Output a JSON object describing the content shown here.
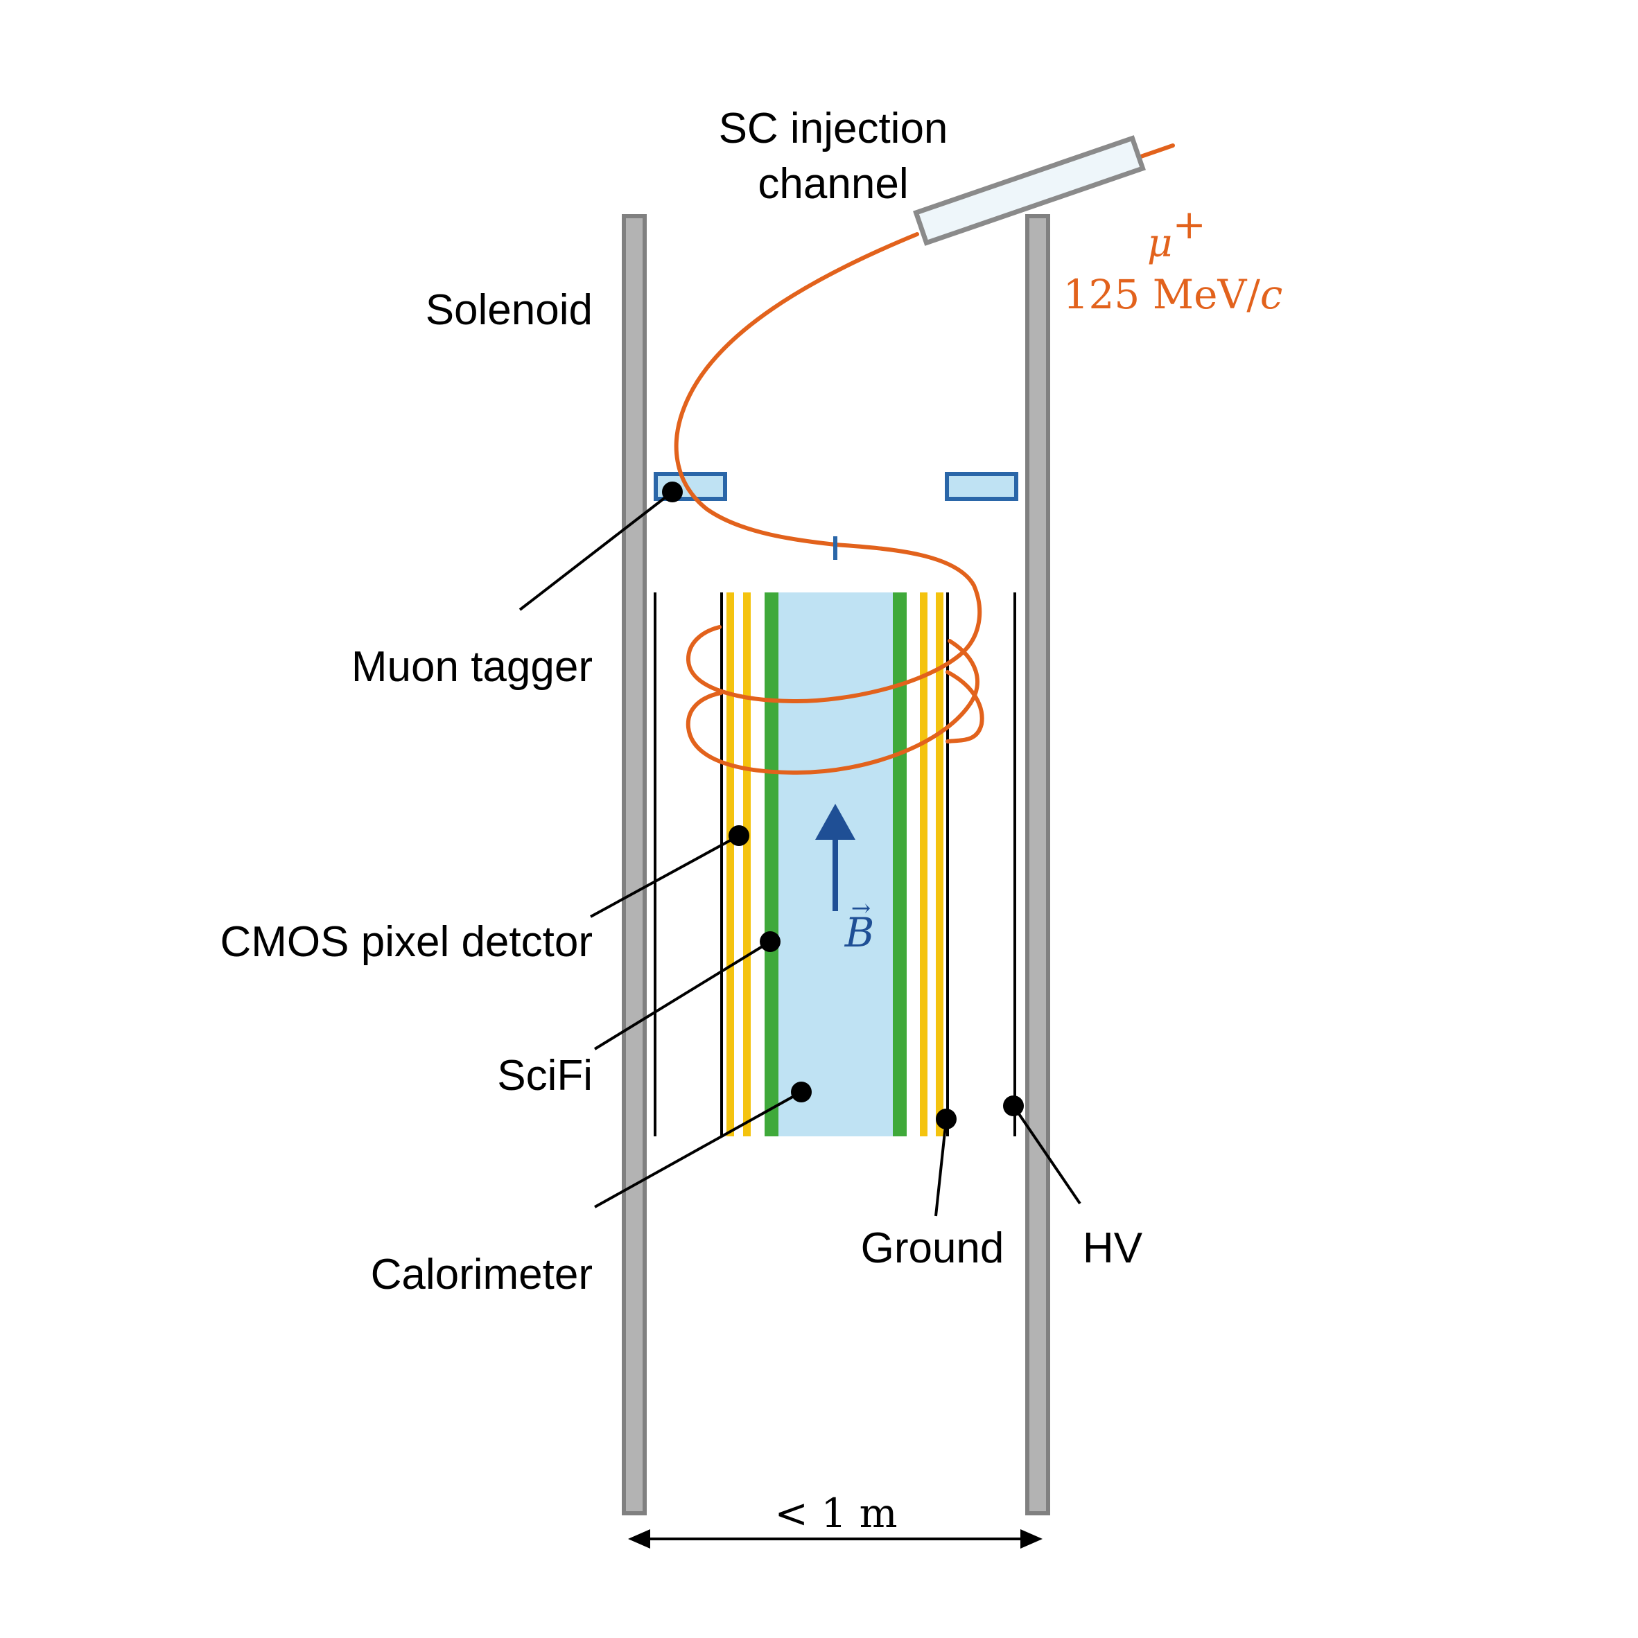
{
  "labels": {
    "injection_line1": "SC injection",
    "injection_line2": "channel",
    "muon_symbol": "μ",
    "muon_charge": "+",
    "momentum_value": "125 MeV/",
    "momentum_unit": "c",
    "solenoid": "Solenoid",
    "muon_tagger": "Muon tagger",
    "cmos": "CMOS pixel detctor",
    "scifi": "SciFi",
    "calorimeter": "Calorimeter",
    "ground": "Ground",
    "hv": "HV",
    "field_vector_arrow": "→",
    "field_symbol": "B",
    "width": "< 1 m"
  },
  "colors": {
    "solenoid_fill": "#b3b3b3",
    "solenoid_stroke": "#808080",
    "track": "#e2621c",
    "calorimeter": "#bfe2f3",
    "scifi": "#3fa93a",
    "pixel_layers": "#f4c30f",
    "tagger_fill": "#bfe2f3",
    "tagger_stroke": "#2a66a8",
    "field_arrow": "#1f4f95",
    "injection_fill": "#eef6fa",
    "injection_stroke": "#8a8a8a"
  }
}
